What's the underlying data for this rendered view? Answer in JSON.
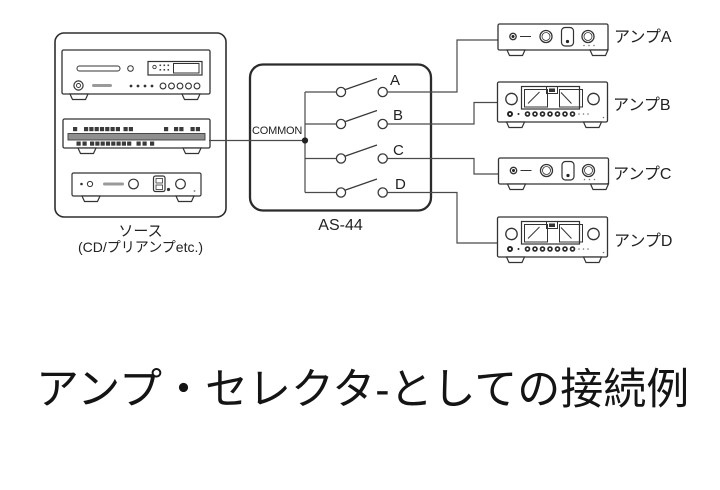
{
  "diagram": {
    "source": {
      "label_line1": "ソース",
      "label_line2": "(CD/プリアンプetc.)"
    },
    "selector": {
      "name": "AS-44",
      "common_label": "COMMON",
      "switches": [
        {
          "label": "A"
        },
        {
          "label": "B"
        },
        {
          "label": "C"
        },
        {
          "label": "D"
        }
      ]
    },
    "amps": [
      {
        "label": "アンプA",
        "type": "integrated-amp"
      },
      {
        "label": "アンプB",
        "type": "power-amp-vu"
      },
      {
        "label": "アンプC",
        "type": "integrated-amp"
      },
      {
        "label": "アンプD",
        "type": "power-amp-vu"
      }
    ]
  },
  "caption": "アンプ・セレクタ-としての接続例",
  "colors": {
    "wire": "#4a4a4a",
    "device_outline": "#333333",
    "text": "#222222",
    "background": "#ffffff"
  }
}
